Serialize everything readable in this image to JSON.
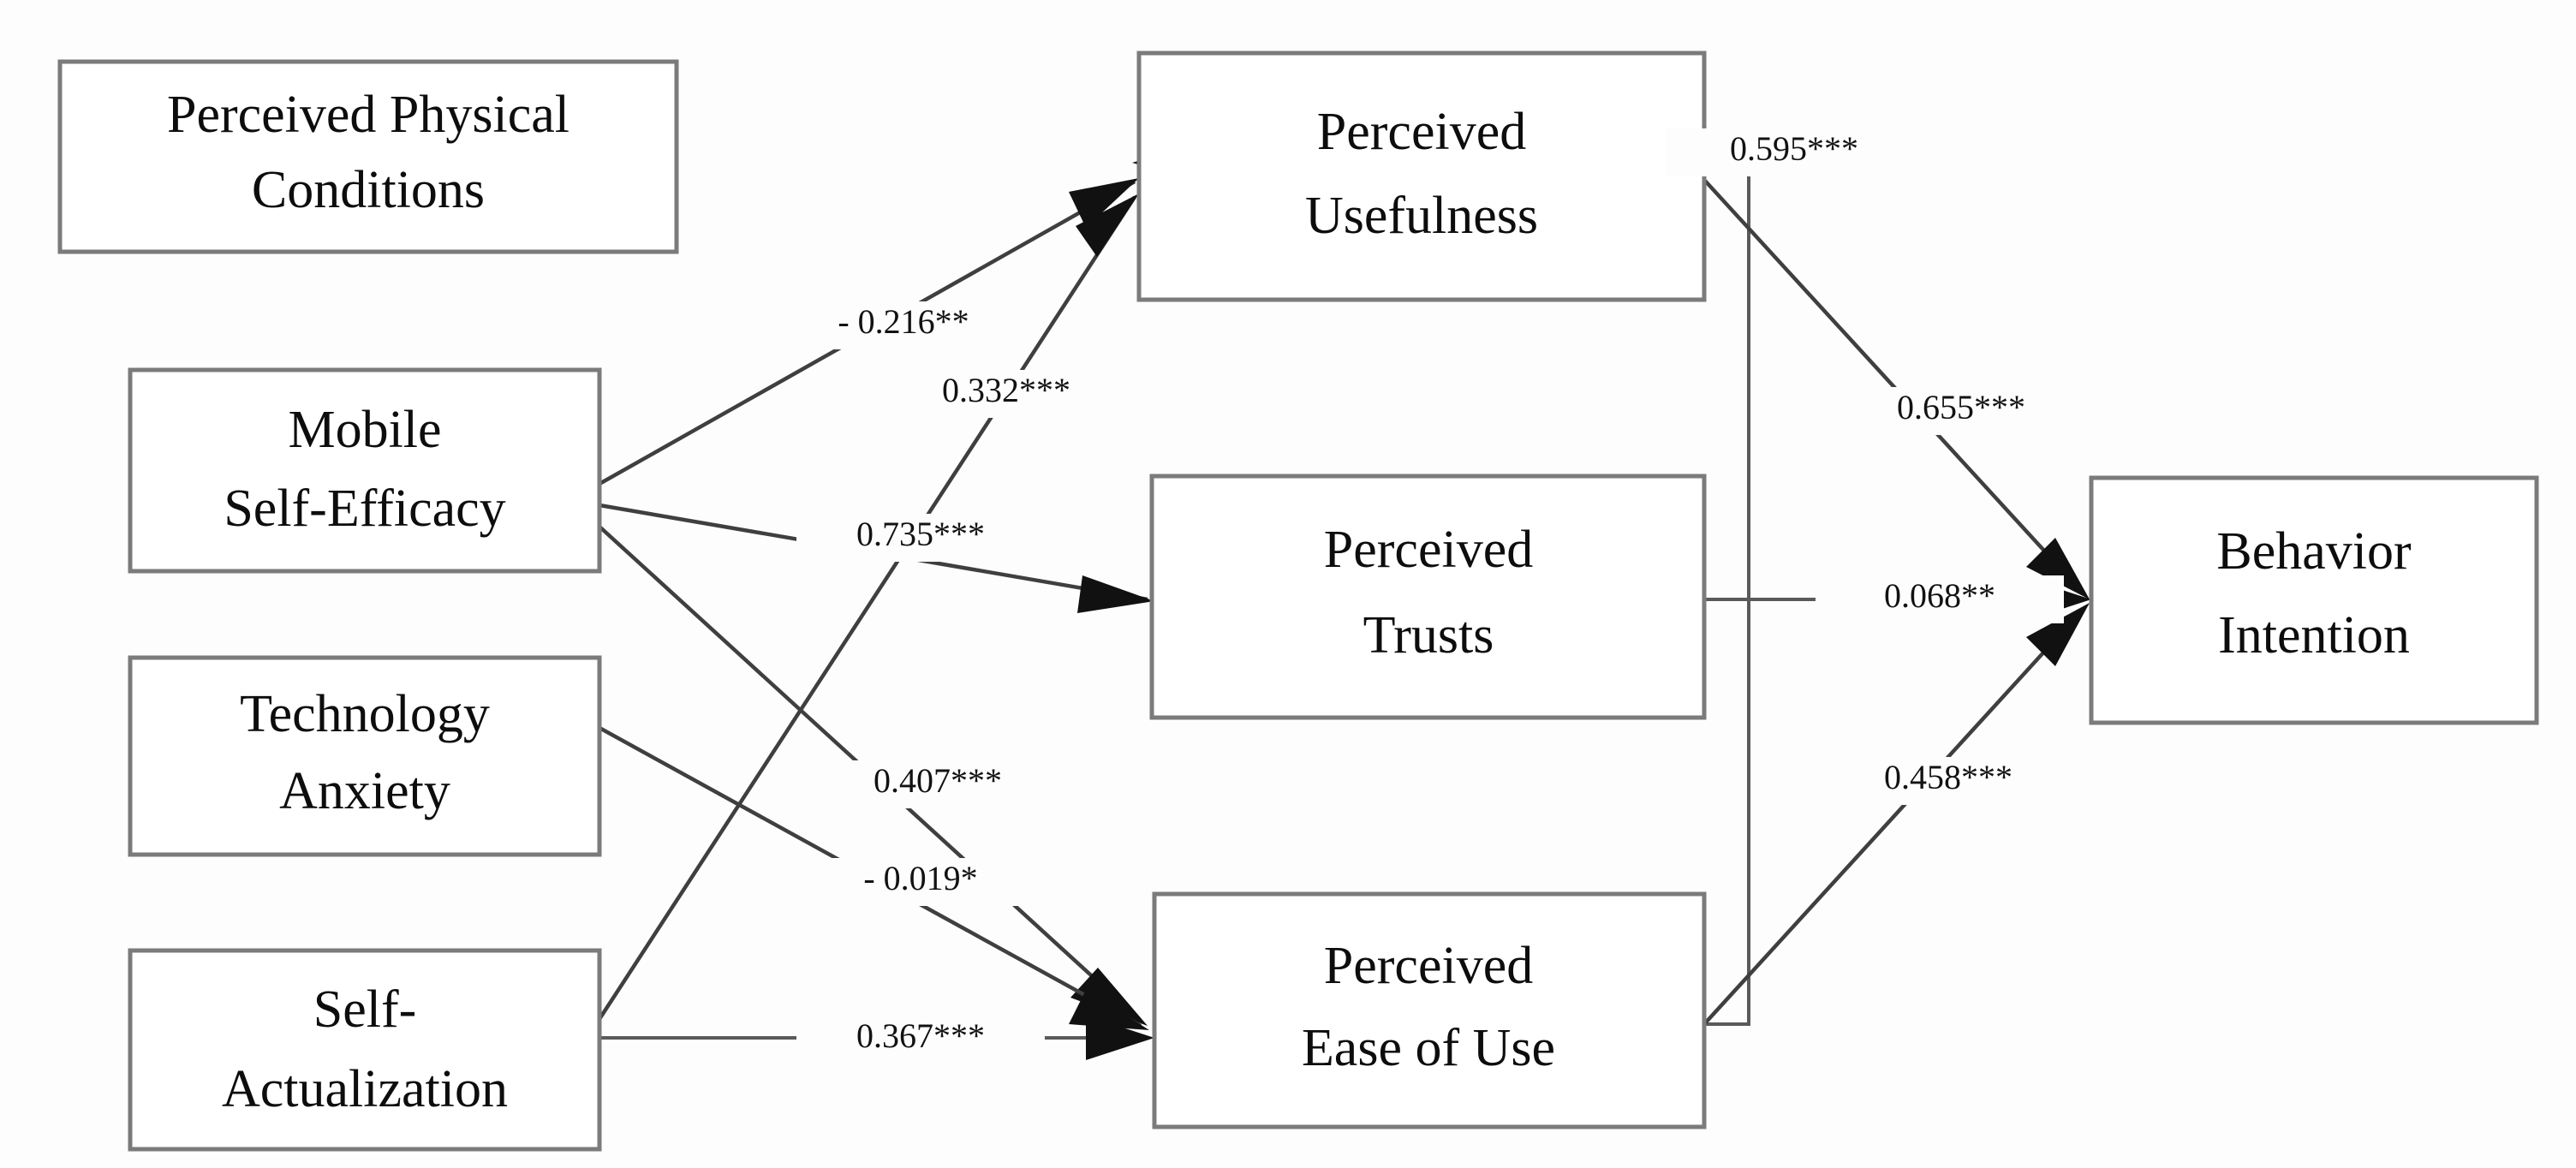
{
  "figure": {
    "type": "path-diagram",
    "background_color": "#fdfdfd",
    "box_fill": "#ffffff",
    "box_stroke": "#7b7b7b",
    "line_color": "#5a5a5a",
    "text_color": "#0d0d0d"
  },
  "nodes": {
    "perceived_physical_conditions": {
      "line1": "Perceived Physical",
      "line2": "Conditions"
    },
    "mobile_self_efficacy": {
      "line1": "Mobile",
      "line2": "Self-Efficacy"
    },
    "technology_anxiety": {
      "line1": "Technology",
      "line2": "Anxiety"
    },
    "self_actualization": {
      "line1": "Self-",
      "line2": "Actualization"
    },
    "perceived_usefulness": {
      "line1": "Perceived",
      "line2": "Usefulness"
    },
    "perceived_trusts": {
      "line1": "Perceived",
      "line2": "Trusts"
    },
    "perceived_ease_of_use": {
      "line1": "Perceived",
      "line2": "Ease of Use"
    },
    "behavior_intention": {
      "line1": "Behavior",
      "line2": "Intention"
    }
  },
  "paths": {
    "mse_to_pu": "- 0.216**",
    "peou_to_pu_diag": "0.332***",
    "mse_to_pt": "0.735***",
    "mse_to_peou": "0.407***",
    "ta_to_peou": "- 0.019*",
    "sa_to_peou": "0.367***",
    "peou_to_pu": "0.595***",
    "pu_to_bi": "0.655***",
    "pt_to_bi": "0.068**",
    "peou_to_bi": "0.458***"
  },
  "chart_data": {
    "type": "diagram",
    "title": "",
    "nodes": [
      "Perceived Physical Conditions",
      "Mobile Self-Efficacy",
      "Technology Anxiety",
      "Self-Actualization",
      "Perceived Usefulness",
      "Perceived Trusts",
      "Perceived Ease of Use",
      "Behavior Intention"
    ],
    "edges": [
      {
        "from": "Mobile Self-Efficacy",
        "to": "Perceived Usefulness",
        "label": "- 0.216**",
        "value": -0.216,
        "significance": "**"
      },
      {
        "from": "Self-Actualization",
        "to": "Perceived Usefulness",
        "label": "0.332***",
        "value": 0.332,
        "significance": "***"
      },
      {
        "from": "Mobile Self-Efficacy",
        "to": "Perceived Trusts",
        "label": "0.735***",
        "value": 0.735,
        "significance": "***"
      },
      {
        "from": "Mobile Self-Efficacy",
        "to": "Perceived Ease of Use",
        "label": "0.407***",
        "value": 0.407,
        "significance": "***"
      },
      {
        "from": "Technology Anxiety",
        "to": "Perceived Ease of Use",
        "label": "- 0.019*",
        "value": -0.019,
        "significance": "*"
      },
      {
        "from": "Self-Actualization",
        "to": "Perceived Ease of Use",
        "label": "0.367***",
        "value": 0.367,
        "significance": "***"
      },
      {
        "from": "Perceived Ease of Use",
        "to": "Perceived Usefulness",
        "label": "0.595***",
        "value": 0.595,
        "significance": "***"
      },
      {
        "from": "Perceived Usefulness",
        "to": "Behavior Intention",
        "label": "0.655***",
        "value": 0.655,
        "significance": "***"
      },
      {
        "from": "Perceived Trusts",
        "to": "Behavior Intention",
        "label": "0.068**",
        "value": 0.068,
        "significance": "**"
      },
      {
        "from": "Perceived Ease of Use",
        "to": "Behavior Intention",
        "label": "0.458***",
        "value": 0.458,
        "significance": "***"
      }
    ]
  }
}
